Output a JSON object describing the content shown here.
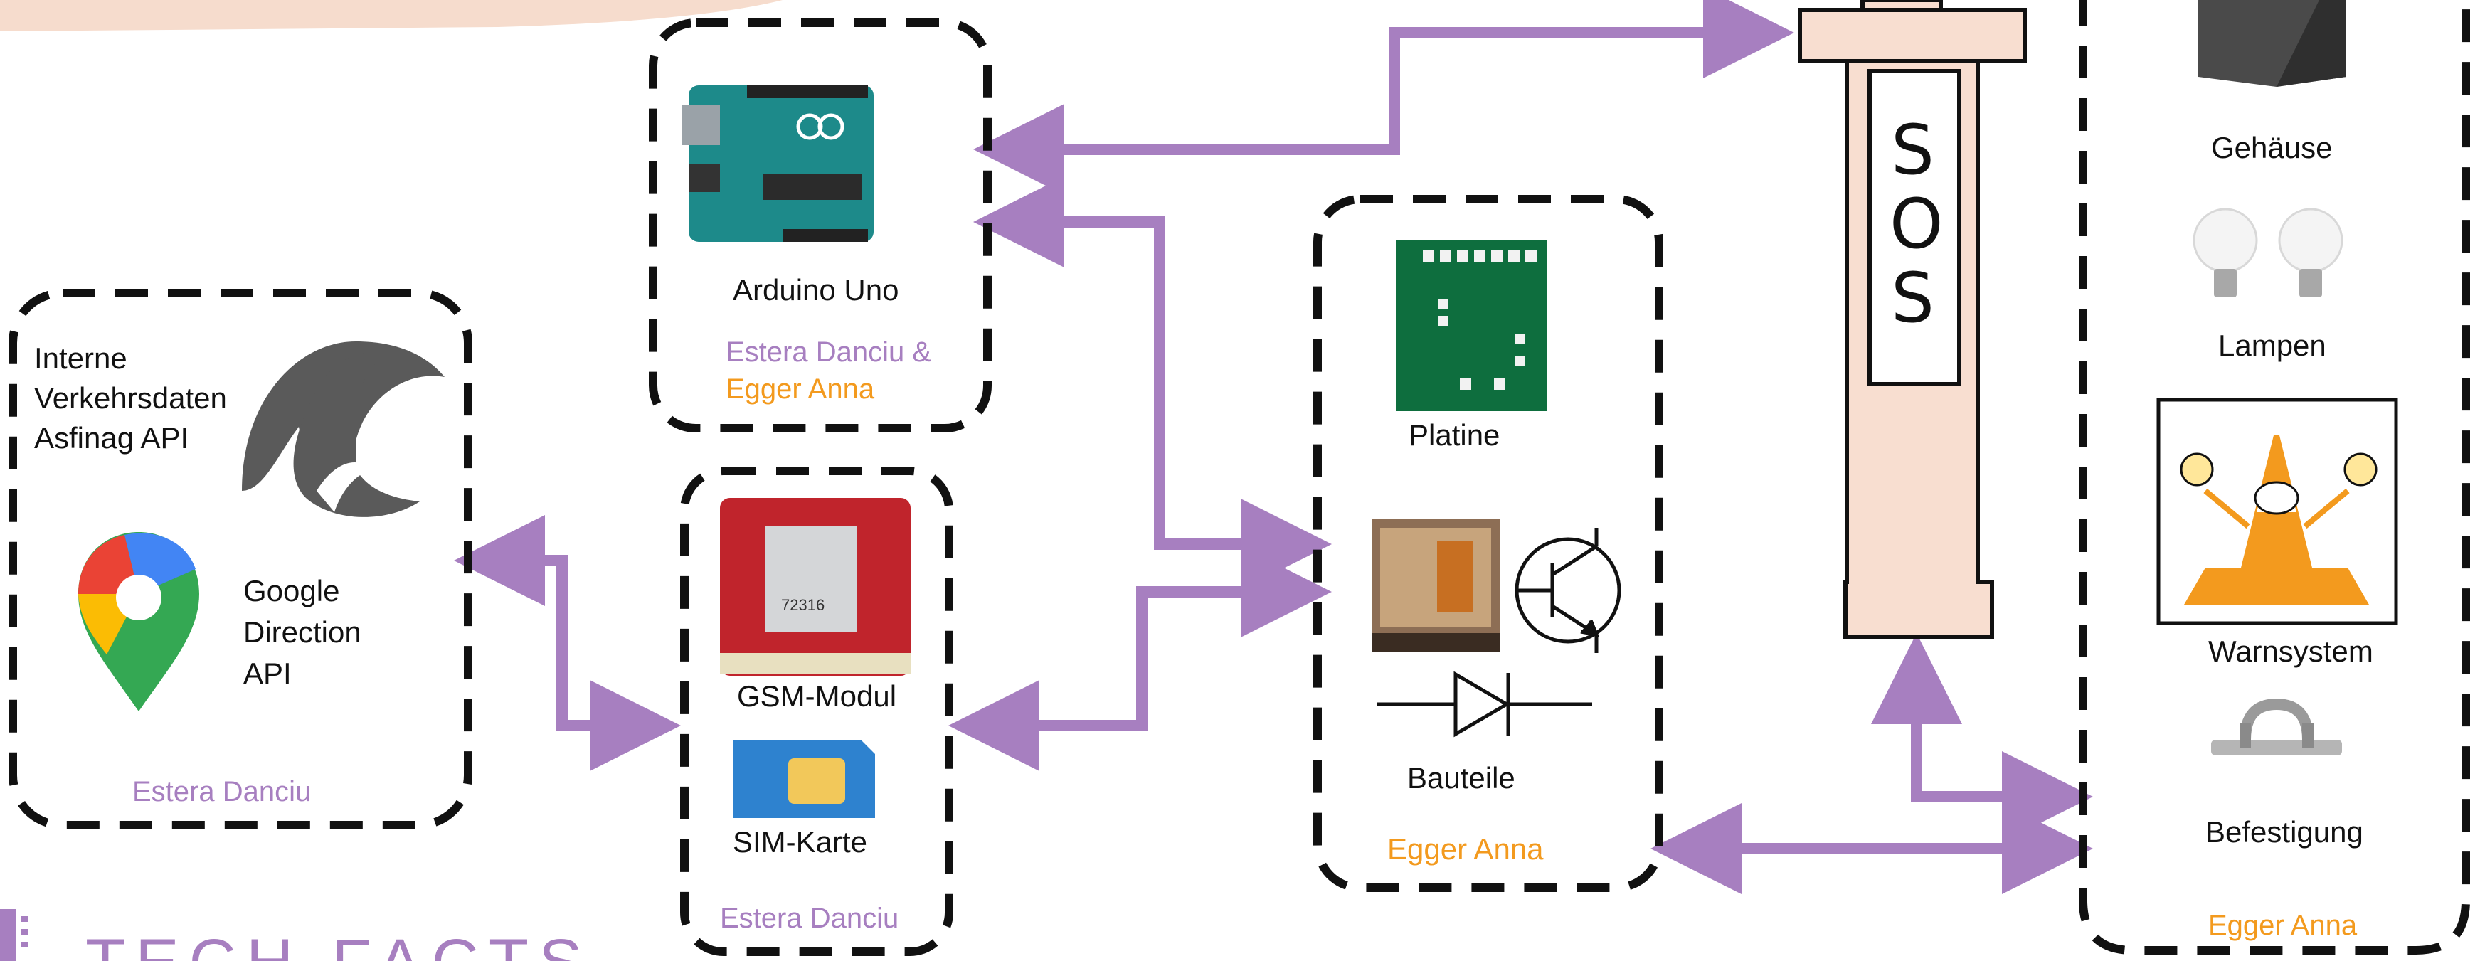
{
  "colors": {
    "arrow": "#a77fc0",
    "purple_text": "#a77fc0",
    "orange_text": "#f39a1e",
    "dashed_border": "#111111",
    "pole_fill": "#f8ded0",
    "peach": "#f6dccd"
  },
  "api_group": {
    "label_interne": [
      "Interne",
      "Verkehrsdaten",
      "Asfinag API"
    ],
    "label_google": [
      "Google",
      "Direction",
      "API"
    ],
    "author": "Estera Danciu",
    "icons": [
      "asfinag-logo-icon",
      "google-maps-pin-icon"
    ]
  },
  "arduino_group": {
    "label": "Arduino Uno",
    "author_line1": "Estera Danciu &",
    "author_line2": "Egger Anna"
  },
  "gsm_group": {
    "gsm_label": "GSM-Modul",
    "sim_label": "SIM-Karte",
    "author": "Estera Danciu"
  },
  "pcb_group": {
    "platine_label": "Platine",
    "bauteile_label": "Bauteile",
    "author": "Egger Anna",
    "icons": [
      "pcb-image-icon",
      "relay-image-icon",
      "transistor-symbol-icon",
      "diode-symbol-icon"
    ]
  },
  "pole": {
    "letters": [
      "S",
      "O",
      "S"
    ]
  },
  "hardware_group": {
    "gehaeuse_label": "Gehäuse",
    "lampen_label": "Lampen",
    "warnsystem_label": "Warnsystem",
    "befestigung_label": "Befestigung",
    "author": "Egger Anna"
  },
  "footer": {
    "tech_facts": "TECH FACTS"
  }
}
